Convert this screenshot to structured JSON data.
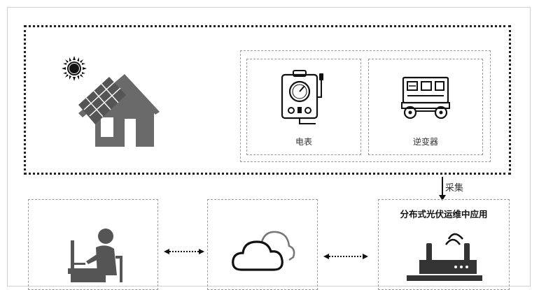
{
  "devices": {
    "meter": {
      "label": "电表"
    },
    "inverter": {
      "label": "逆变器"
    }
  },
  "flow": {
    "collect_label": "采集"
  },
  "platform": {
    "app_title": "分布式光伏运维中应用"
  },
  "colors": {
    "ink": "#222222",
    "icon_gray": "#666666",
    "border_gray": "#9a9a9a"
  }
}
